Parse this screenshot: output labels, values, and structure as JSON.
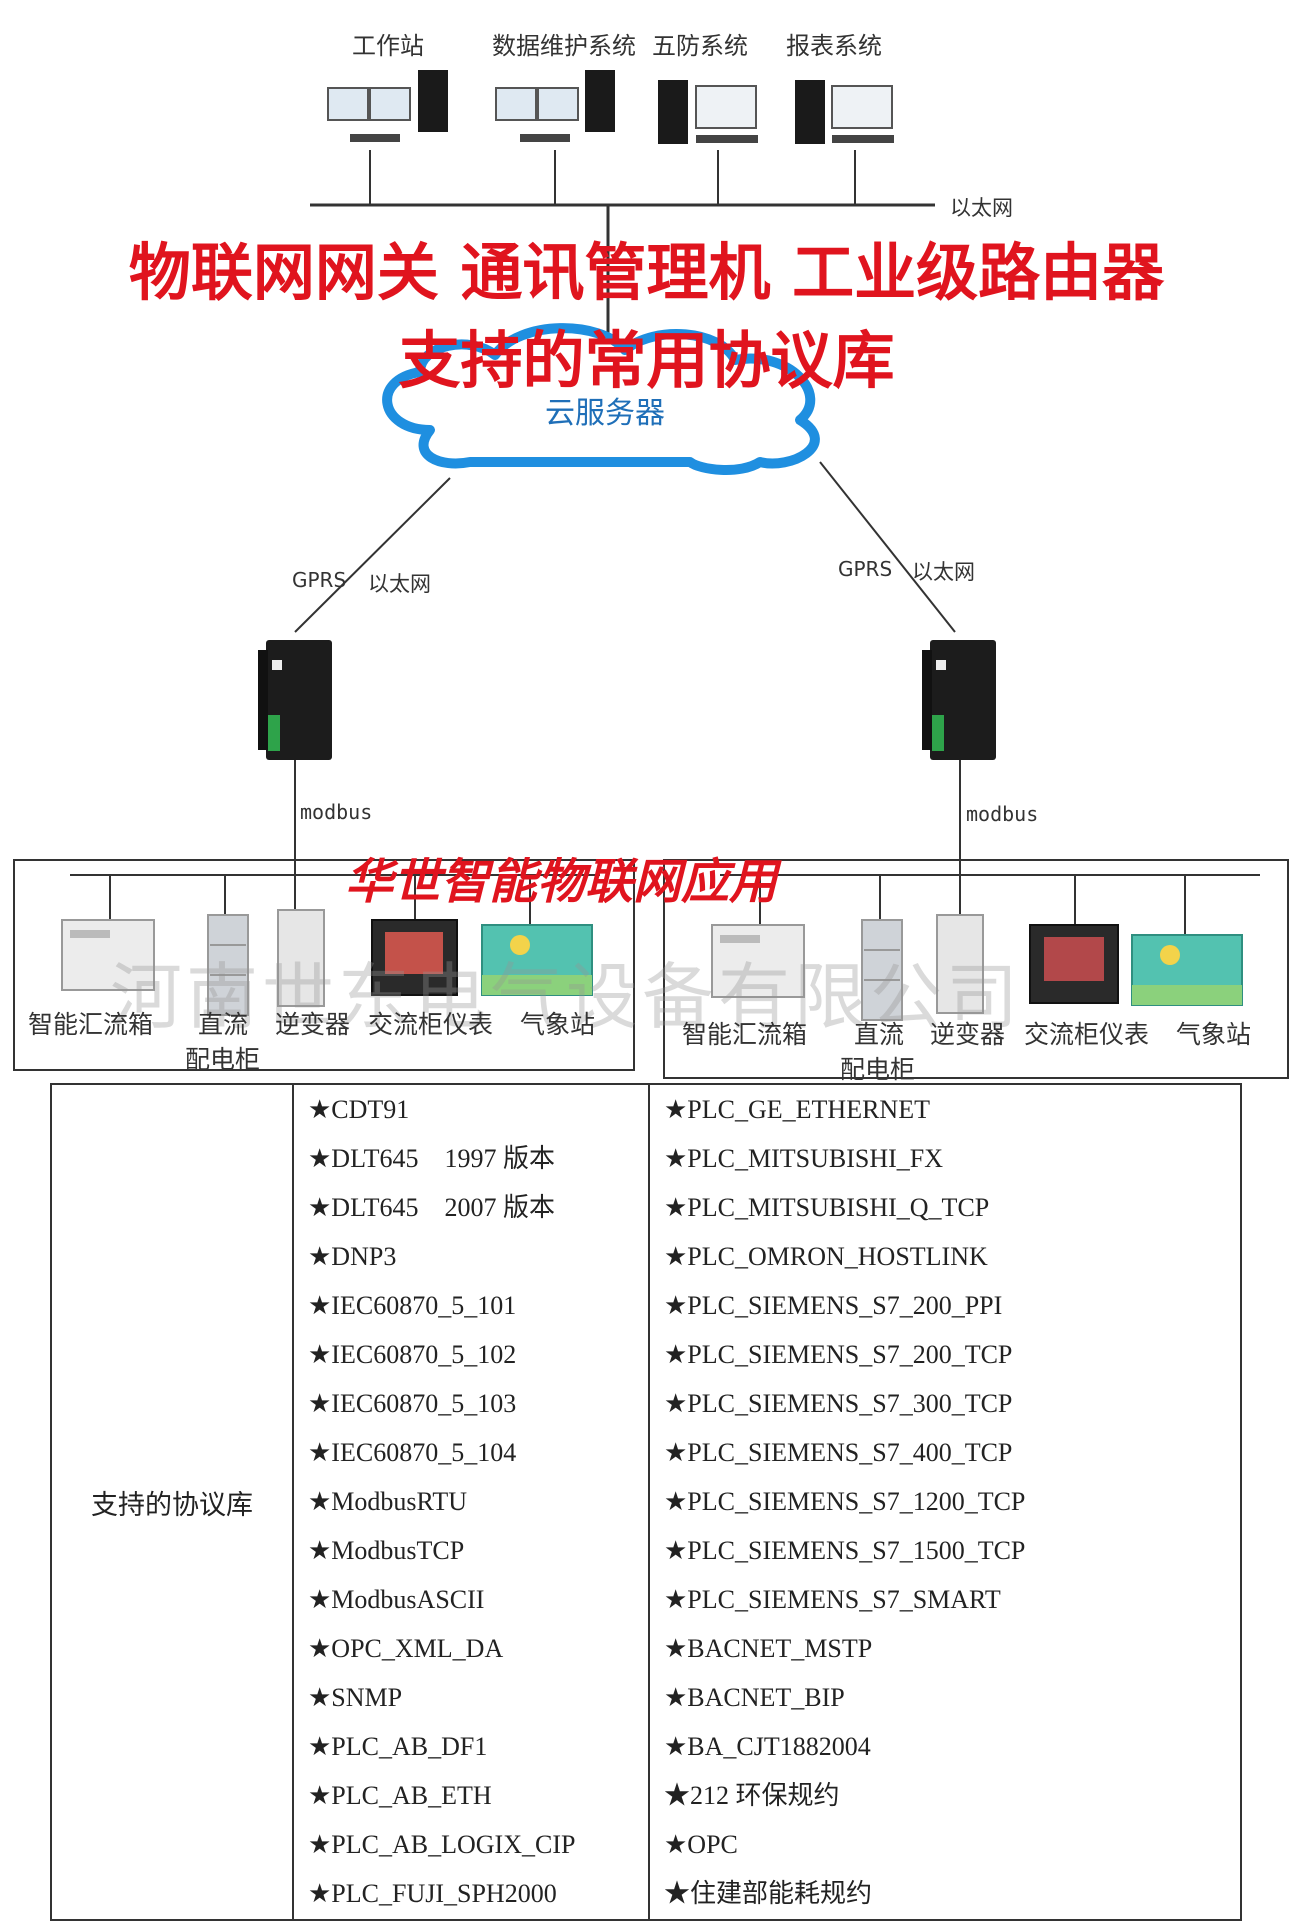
{
  "top_systems": [
    "工作站",
    "数据维护系统",
    "五防系统",
    "报表系统"
  ],
  "ethernet_label": "以太网",
  "headline": {
    "line1": "物联网网关 通讯管理机 工业级路由器",
    "line2": "支持的常用协议库"
  },
  "cloud_label": "云服务器",
  "left_link": {
    "gprs": "GPRS",
    "ethernet": "以太网",
    "bus": "modbus"
  },
  "right_link": {
    "gprs": "GPRS",
    "ethernet": "以太网",
    "bus": "modbus"
  },
  "brand_overlay": "华世智能物联网应用",
  "watermark": "河南世东电气设备有限公司",
  "devices_left": [
    "智能汇流箱",
    "直流",
    "配电柜",
    "逆变器",
    "交流柜仪表",
    "气象站"
  ],
  "devices_right": [
    "智能汇流箱",
    "直流",
    "配电柜",
    "逆变器",
    "交流柜仪表",
    "气象站"
  ],
  "protocol_table": {
    "row_label": "支持的协议库",
    "col1": [
      "★CDT91",
      "★DLT645　1997 版本",
      "★DLT645　2007 版本",
      "★DNP3",
      "★IEC60870_5_101",
      "★IEC60870_5_102",
      "★IEC60870_5_103",
      "★IEC60870_5_104",
      "★ModbusRTU",
      "★ModbusTCP",
      "★ModbusASCII",
      "★OPC_XML_DA",
      "★SNMP",
      "★PLC_AB_DF1",
      "★PLC_AB_ETH",
      "★PLC_AB_LOGIX_CIP",
      "★PLC_FUJI_SPH2000"
    ],
    "col2": [
      "★PLC_GE_ETHERNET",
      "★PLC_MITSUBISHI_FX",
      "★PLC_MITSUBISHI_Q_TCP",
      "★PLC_OMRON_HOSTLINK",
      "★PLC_SIEMENS_S7_200_PPI",
      "★PLC_SIEMENS_S7_200_TCP",
      "★PLC_SIEMENS_S7_300_TCP",
      "★PLC_SIEMENS_S7_400_TCP",
      "★PLC_SIEMENS_S7_1200_TCP",
      "★PLC_SIEMENS_S7_1500_TCP",
      "★PLC_SIEMENS_S7_SMART",
      "★BACNET_MSTP",
      "★BACNET_BIP",
      "★BA_CJT1882004",
      "★212 环保规约",
      "★OPC",
      "★住建部能耗规约"
    ]
  },
  "colors": {
    "headline": "#e0141e",
    "cloud_stroke": "#1f8fe0",
    "cloud_text": "#1f6fb8",
    "line": "#333333"
  }
}
